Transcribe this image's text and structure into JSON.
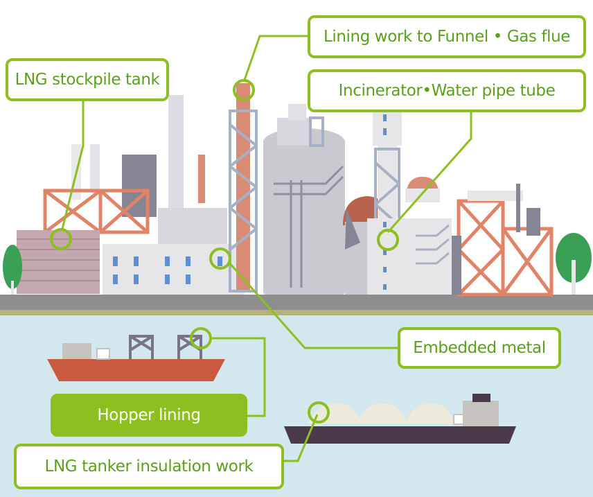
{
  "colors": {
    "accent": "#8cbf1f",
    "label_text": "#5aa01a",
    "sky": "#ffffff",
    "water": "#d3e8ee",
    "ground": "#8e8e8e",
    "orange_frame": "#e08366",
    "chimney": "#d98b75",
    "building_light": "#e6e6e8",
    "building_mid": "#c9c9cf",
    "building_dark": "#868596",
    "window": "#5e8fd1",
    "tree": "#3aa055",
    "tank_pink": "#c3a8ad",
    "ship_red": "#c9593f",
    "ship_dark": "#4b3a4a"
  },
  "callouts": {
    "lng_stockpile_tank": "LNG stockpile tank",
    "lining_work_funnel": "Lining work to Funnel • Gas flue",
    "incinerator": "Incinerator•Water pipe tube",
    "embedded_metal": "Embedded metal",
    "hopper_lining": "Hopper lining",
    "lng_tanker_insulation": "LNG tanker insulation work"
  }
}
